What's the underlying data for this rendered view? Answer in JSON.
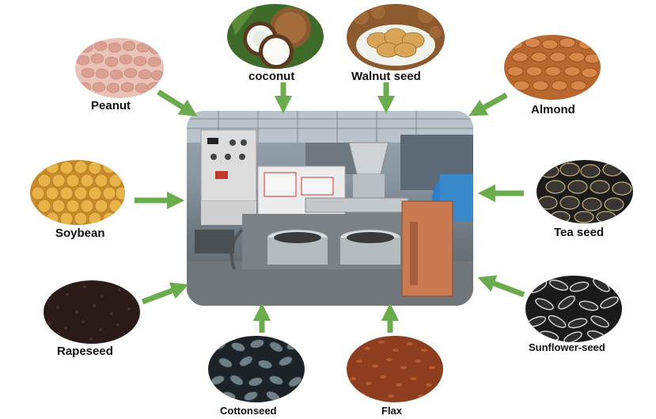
{
  "colors": {
    "arrow": "#6aab4c",
    "label": "#111111"
  },
  "center": {
    "name": "oil-press-machine-photo"
  },
  "seeds": [
    {
      "key": "peanut",
      "label": "Peanut",
      "icon": "peanut-image"
    },
    {
      "key": "coconut",
      "label": "coconut",
      "icon": "coconut-image"
    },
    {
      "key": "walnut",
      "label": "Walnut seed",
      "icon": "walnut-image"
    },
    {
      "key": "almond",
      "label": "Almond",
      "icon": "almond-image"
    },
    {
      "key": "soybean",
      "label": "Soybean",
      "icon": "soybean-image"
    },
    {
      "key": "teaseed",
      "label": "Tea seed",
      "icon": "tea-seed-image"
    },
    {
      "key": "rapeseed",
      "label": "Rapeseed",
      "icon": "rapeseed-image"
    },
    {
      "key": "cottonseed",
      "label": "Cottonseed",
      "icon": "cottonseed-image"
    },
    {
      "key": "flax",
      "label": "Flax",
      "icon": "flax-image"
    },
    {
      "key": "sunflower",
      "label": "Sunflower-seed",
      "icon": "sunflower-seed-image"
    }
  ]
}
